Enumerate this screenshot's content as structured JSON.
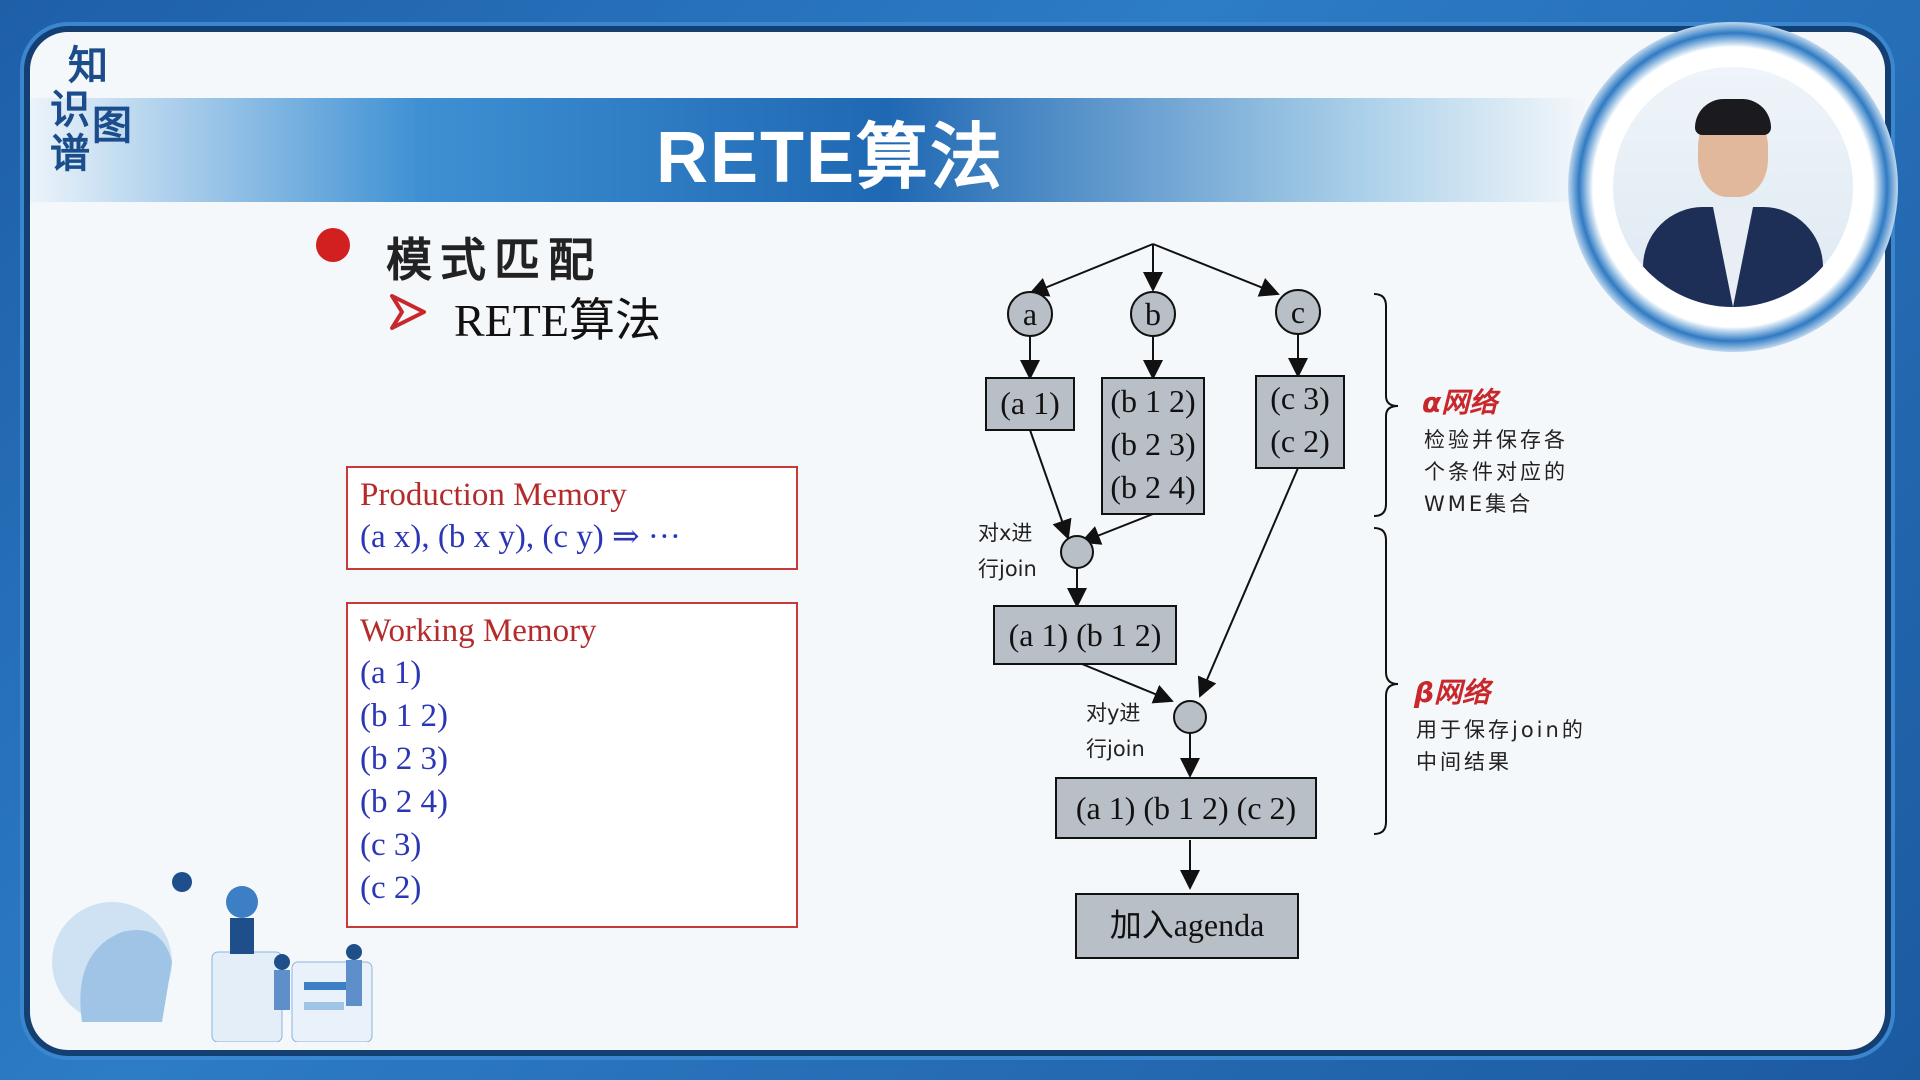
{
  "logo": {
    "chars": [
      "知",
      "识",
      "图",
      "谱"
    ]
  },
  "title": "RETE算法",
  "bullet": {
    "heading": "模式匹配",
    "subitem": "RETE算法"
  },
  "production_memory": {
    "title": "Production Memory",
    "content": "(a x), (b x y), (c y) ⇒ ···"
  },
  "working_memory": {
    "title": "Working Memory",
    "items": [
      "(a 1)",
      "(b 1 2)",
      "(b 2 3)",
      "(b 2 4)",
      "(c 3)",
      "(c 2)"
    ]
  },
  "network": {
    "circles": [
      "a",
      "b",
      "c"
    ],
    "alpha_a": [
      "(a 1)"
    ],
    "alpha_b": [
      "(b 1 2)",
      "(b 2 3)",
      "(b 2 4)"
    ],
    "alpha_c": [
      "(c 3)",
      "(c 2)"
    ],
    "join1_label": [
      "对x进",
      "行join"
    ],
    "beta1": "(a 1) (b 1 2)",
    "join2_label": [
      "对y进",
      "行join"
    ],
    "beta2": "(a 1) (b 1 2) (c 2)",
    "agenda": "加入agenda"
  },
  "alpha_annotation": {
    "title": "α网络",
    "desc": [
      "检验并保存各",
      "个条件对应的",
      "WME集合"
    ]
  },
  "beta_annotation": {
    "title": "β网络",
    "desc": [
      "用于保存join的",
      "中间结果"
    ]
  },
  "colors": {
    "accent_red": "#c8282b",
    "node_fill": "#b9bfc7",
    "memory_text": "#2a36b5",
    "banner_blue": "#1f68b3"
  }
}
